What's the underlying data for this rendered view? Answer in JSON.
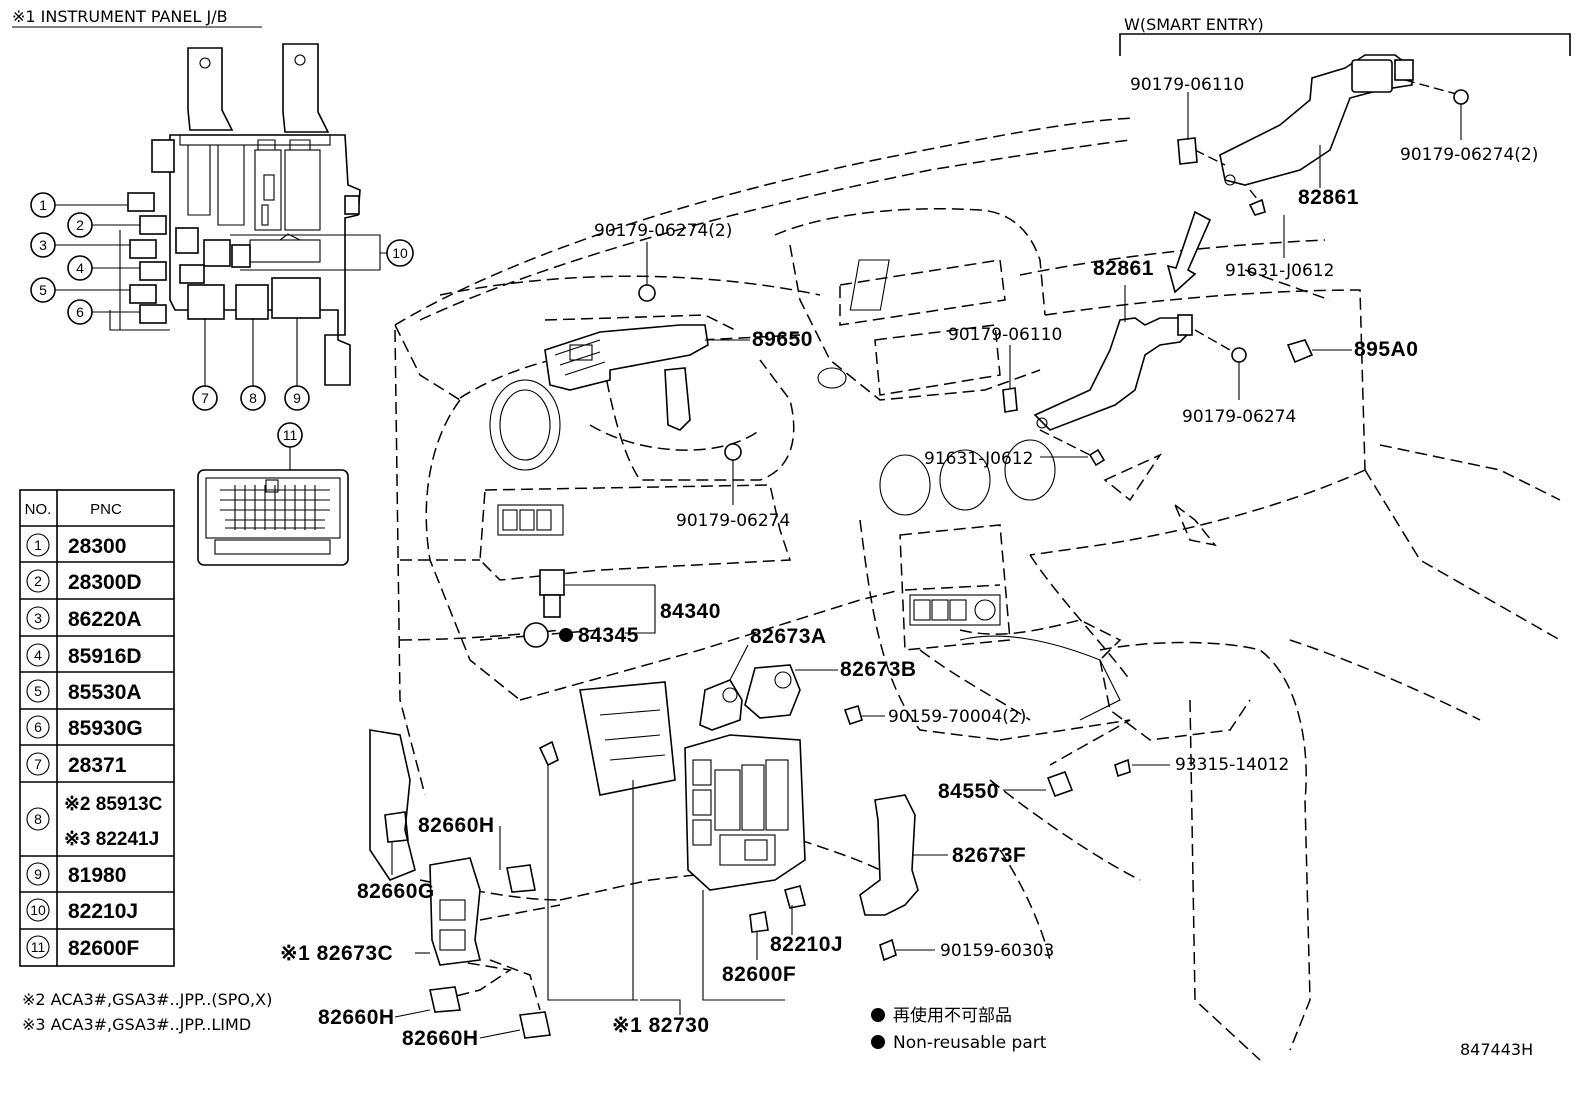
{
  "header": {
    "jb_title": "※1 INSTRUMENT PANEL J/B",
    "smart_entry_title": "W(SMART ENTRY)"
  },
  "jb_callouts": [
    "1",
    "2",
    "3",
    "4",
    "5",
    "6",
    "7",
    "8",
    "9",
    "10",
    "11"
  ],
  "table": {
    "col_no": "NO.",
    "col_pnc": "PNC",
    "rows": [
      {
        "no": "1",
        "pnc": "28300"
      },
      {
        "no": "2",
        "pnc": "28300D"
      },
      {
        "no": "3",
        "pnc": "86220A"
      },
      {
        "no": "4",
        "pnc": "85916D"
      },
      {
        "no": "5",
        "pnc": "85530A"
      },
      {
        "no": "6",
        "pnc": "85930G"
      },
      {
        "no": "7",
        "pnc": "28371"
      },
      {
        "no": "8",
        "pnc": "※2 85913C",
        "pnc2": "※3 82241J"
      },
      {
        "no": "9",
        "pnc": "81980"
      },
      {
        "no": "10",
        "pnc": "82210J"
      },
      {
        "no": "11",
        "pnc": "82600F"
      }
    ]
  },
  "footnotes": {
    "note2": "※2 ACA3#,GSA3#..JPP..(SPO,X)",
    "note3": "※3 ACA3#,GSA3#..JPP..LIMD"
  },
  "legend": {
    "jp": "再使用不可部品",
    "en": "Non-reusable part"
  },
  "diagram_code": "847443H",
  "labels": {
    "l_90179_06110_a": "90179-06110",
    "l_90179_06274_2_right": "90179-06274(2)",
    "l_82861_a": "82861",
    "l_91631_j0612_a": "91631-J0612",
    "l_82861_b": "82861",
    "l_90179_06274_2_top": "90179-06274(2)",
    "l_89650": "89650",
    "l_90179_06110_b": "90179-06110",
    "l_895a0": "895A0",
    "l_90179_06274_a": "90179-06274",
    "l_91631_j0612_b": "91631-J0612",
    "l_90179_06274_b": "90179-06274",
    "l_84340": "84340",
    "l_84345": "84345",
    "l_82673a": "82673A",
    "l_82673b": "82673B",
    "l_90159_70004": "90159-70004(2)",
    "l_93315_14012": "93315-14012",
    "l_84550": "84550",
    "l_82660h_a": "82660H",
    "l_82660g": "82660G",
    "l_82673f": "82673F",
    "l_82673c": "※1 82673C",
    "l_82210j": "82210J",
    "l_82600f": "82600F",
    "l_90159_60303": "90159-60303",
    "l_82660h_b": "82660H",
    "l_82660h_c": "82660H",
    "l_82730": "※1 82730"
  }
}
